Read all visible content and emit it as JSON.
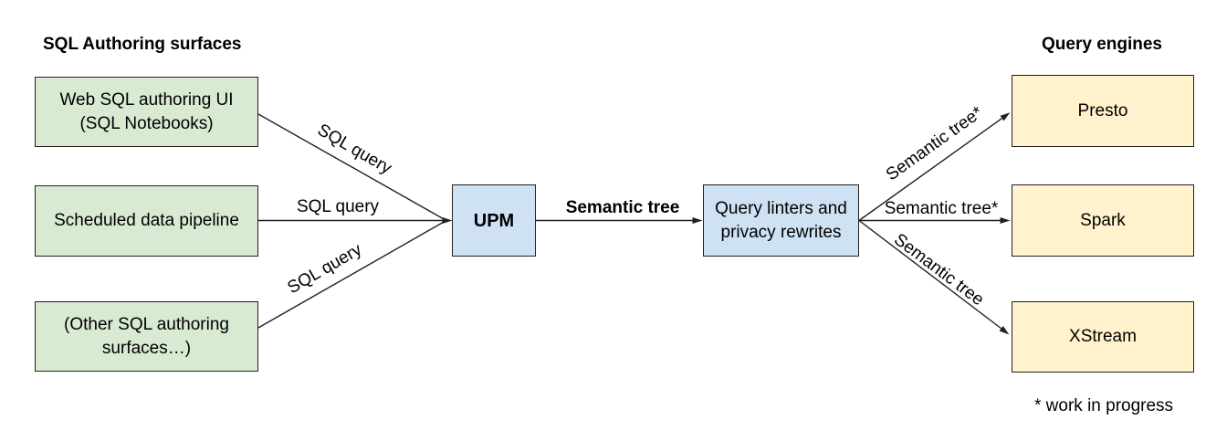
{
  "headings": {
    "left": "SQL Authoring surfaces",
    "right": "Query engines"
  },
  "nodes": {
    "web_sql": {
      "line1": "Web SQL authoring UI",
      "line2": "(SQL Notebooks)"
    },
    "pipeline": {
      "line1": "Scheduled data pipeline"
    },
    "other": {
      "line1": "(Other SQL authoring",
      "line2": "surfaces…)"
    },
    "upm": {
      "label": "UPM"
    },
    "linters": {
      "line1": "Query linters and",
      "line2": "privacy rewrites"
    },
    "presto": {
      "label": "Presto"
    },
    "spark": {
      "label": "Spark"
    },
    "xstream": {
      "label": "XStream"
    }
  },
  "edges": {
    "web_sql_to_upm": "SQL query",
    "pipeline_to_upm": "SQL query",
    "other_to_upm": "SQL query",
    "upm_to_linters": "Semantic tree",
    "linters_to_presto": "Semantic tree*",
    "linters_to_spark": "Semantic tree*",
    "linters_to_xstream": "Semantic tree"
  },
  "footnote": "* work in progress",
  "colors": {
    "source_fill": "#d9ead3",
    "process_fill": "#cfe2f3",
    "engine_fill": "#fff2cc",
    "border": "#212121",
    "arrow": "#212121",
    "text": "#000000",
    "background": "#ffffff"
  }
}
